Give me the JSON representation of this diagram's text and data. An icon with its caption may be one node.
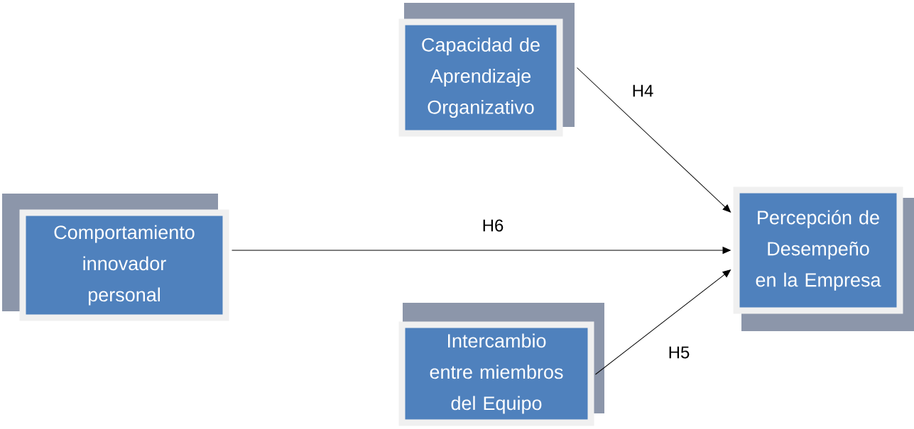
{
  "diagram": {
    "nodes": [
      {
        "text": [
          "Capacidad de Aprendizaje Organizativo"
        ]
      },
      {
        "text": [
          "Comportamiento innovador personal"
        ]
      },
      {
        "text": [
          "Intercambio entre miembros del Equipo"
        ]
      },
      {
        "text": [
          "Percepción de Desempeño en la Empresa"
        ]
      }
    ],
    "edges": [
      {
        "from": 0,
        "to": 3,
        "arrow": "to",
        "label": "H4"
      },
      {
        "from": 1,
        "to": 3,
        "arrow": "to",
        "label": "H6"
      },
      {
        "from": 2,
        "to": 3,
        "arrow": "to",
        "label": "H5"
      }
    ]
  }
}
